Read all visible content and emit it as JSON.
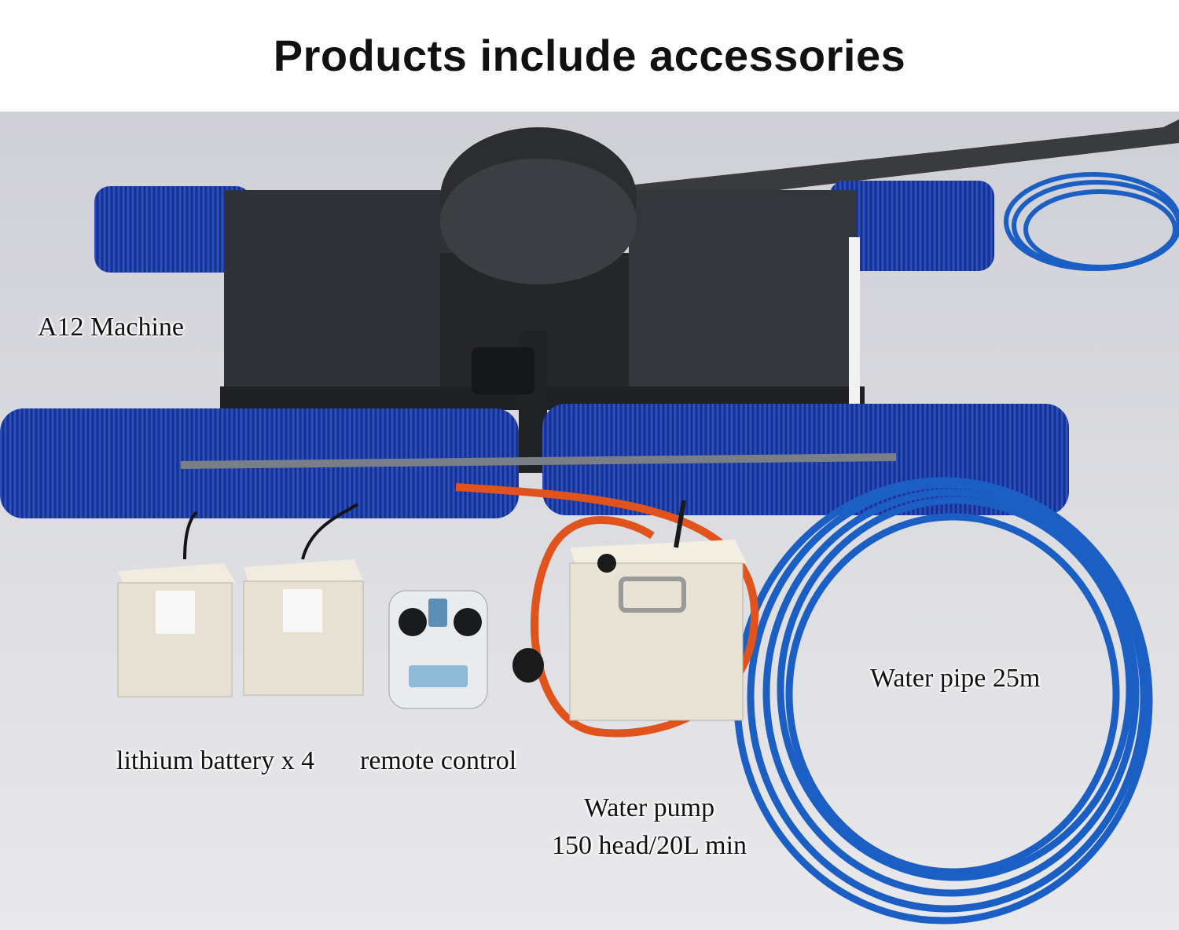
{
  "title": "Products include accessories",
  "captions": {
    "machine": "A12 Machine",
    "battery": "lithium battery x 4",
    "remote": "remote control",
    "pump_line1": "Water pump",
    "pump_line2": "150 head/20L min",
    "pipe": "Water pipe 25m"
  },
  "colors": {
    "background": "#dcdde1",
    "brush_blue": "#1f3fa8",
    "hose_blue": "#1b5fc4",
    "machine_dark": "#2f3236",
    "battery_beige": "#e6e1d3",
    "pump_hose_orange": "#e0531c"
  }
}
